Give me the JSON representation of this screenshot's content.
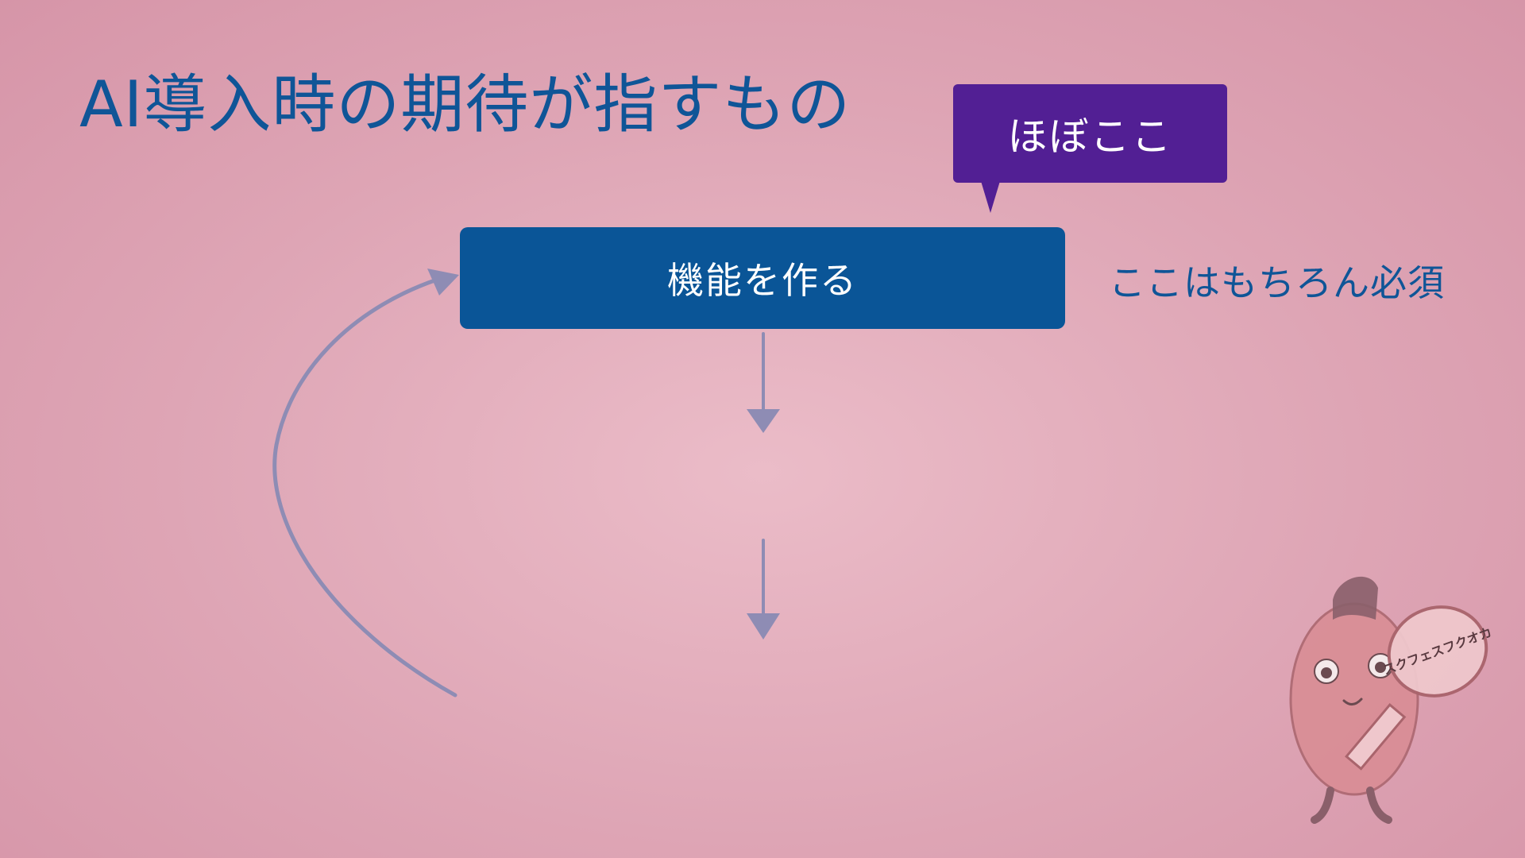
{
  "slide": {
    "title": "AI導入時の期待が指すもの"
  },
  "callout": {
    "label": "ほぼここ",
    "color": "#521f94"
  },
  "flow": {
    "step1": "機能を作る"
  },
  "note": {
    "text": "ここはもちろん必須"
  },
  "mascot": {
    "sign_text": "スクフェスフクオカ"
  },
  "colors": {
    "accent": "#0f5597",
    "box": "#0a5597",
    "arrow": "#8e8cb4",
    "background": "#e2aebd"
  }
}
